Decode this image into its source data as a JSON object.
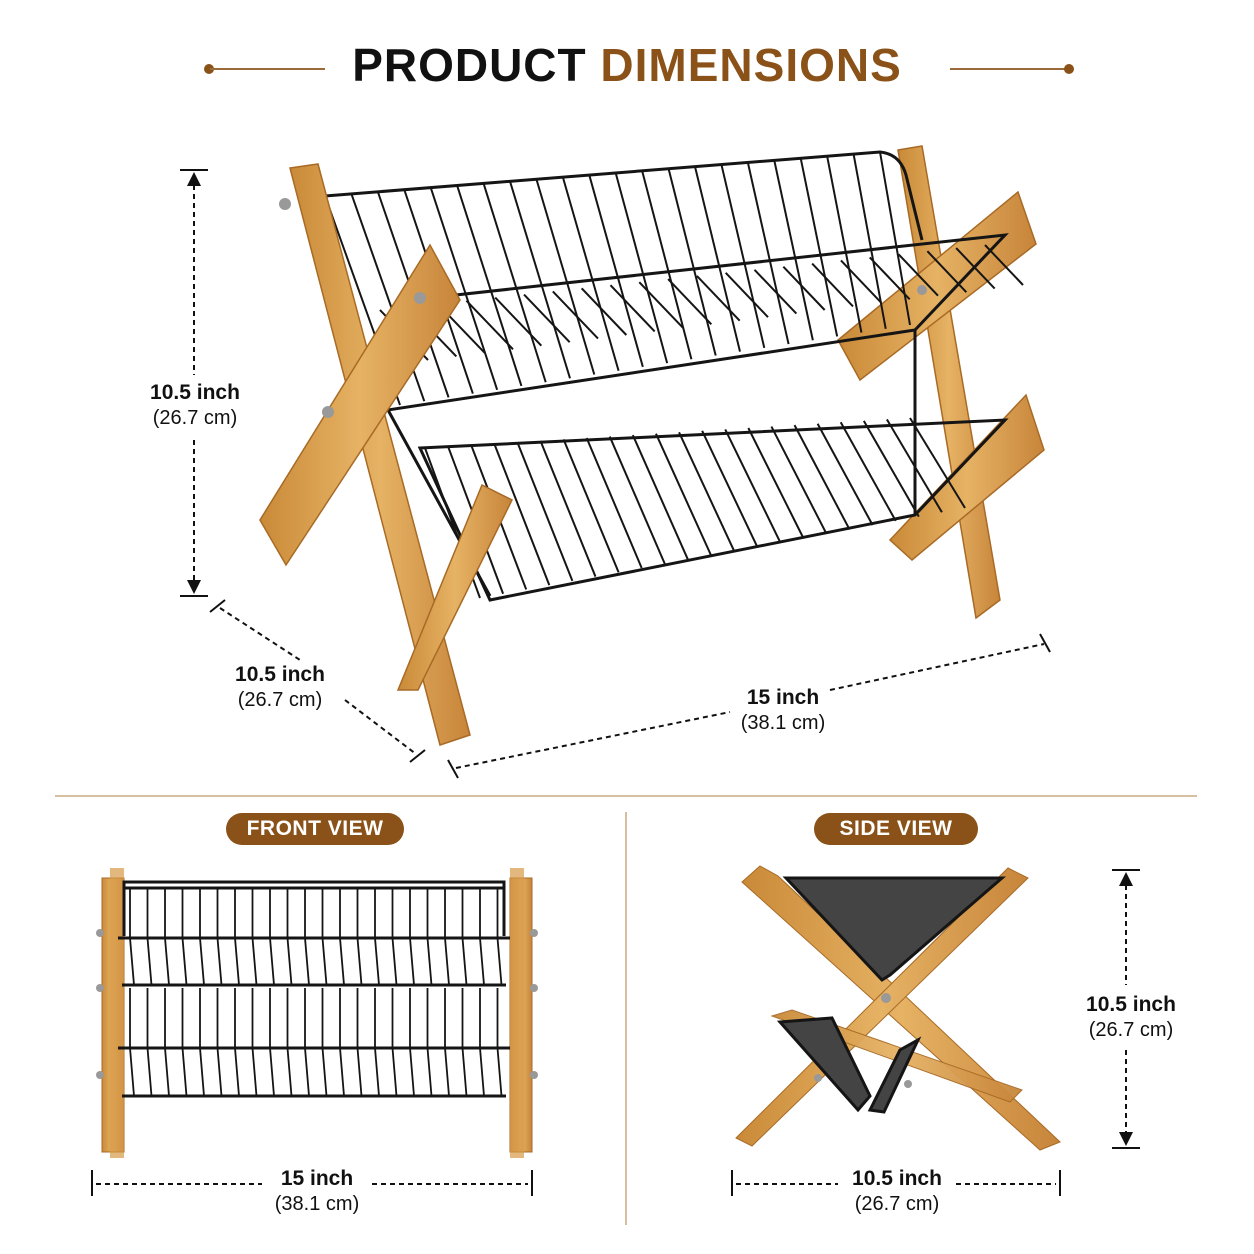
{
  "header": {
    "title_part1": "PRODUCT",
    "title_part2": "DIMENSIONS"
  },
  "main_view": {
    "height": {
      "inch": "10.5 inch",
      "cm": "(26.7 cm)"
    },
    "depth": {
      "inch": "10.5 inch",
      "cm": "(26.7 cm)"
    },
    "width": {
      "inch": "15 inch",
      "cm": "(38.1 cm)"
    }
  },
  "front_view": {
    "label": "FRONT VIEW",
    "width": {
      "inch": "15 inch",
      "cm": "(38.1 cm)"
    }
  },
  "side_view": {
    "label": "SIDE VIEW",
    "height": {
      "inch": "10.5 inch",
      "cm": "(26.7 cm)"
    },
    "width": {
      "inch": "10.5 inch",
      "cm": "(26.7 cm)"
    }
  },
  "colors": {
    "accent": "#8a5218",
    "bamboo": "#dca251",
    "wire": "#151515"
  }
}
